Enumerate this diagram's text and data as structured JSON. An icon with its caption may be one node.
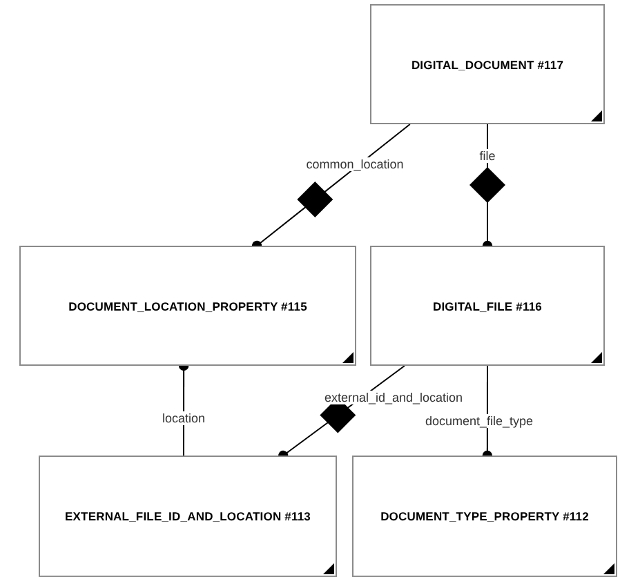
{
  "diagram": {
    "nodes": [
      {
        "text": [
          "DIGITAL_DOCUMENT #117"
        ]
      },
      {
        "text": [
          "DOCUMENT_LOCATION_PROPERTY #115"
        ]
      },
      {
        "text": [
          "DIGITAL_FILE #116"
        ]
      },
      {
        "text": [
          "EXTERNAL_FILE_ID_AND_LOCATION #113"
        ]
      },
      {
        "text": [
          "DOCUMENT_TYPE_PROPERTY #112"
        ]
      }
    ],
    "edges": [
      {
        "from": 0,
        "to": 1,
        "arrow": "other",
        "label": "common_location"
      },
      {
        "from": 0,
        "to": 2,
        "arrow": "other",
        "label": "file"
      },
      {
        "from": 3,
        "to": 1,
        "arrow": "other",
        "label": "location"
      },
      {
        "from": 2,
        "to": 3,
        "arrow": "other",
        "label": "external_id_and_location"
      },
      {
        "from": 2,
        "to": 4,
        "arrow": "other",
        "label": "document_file_type"
      }
    ]
  }
}
